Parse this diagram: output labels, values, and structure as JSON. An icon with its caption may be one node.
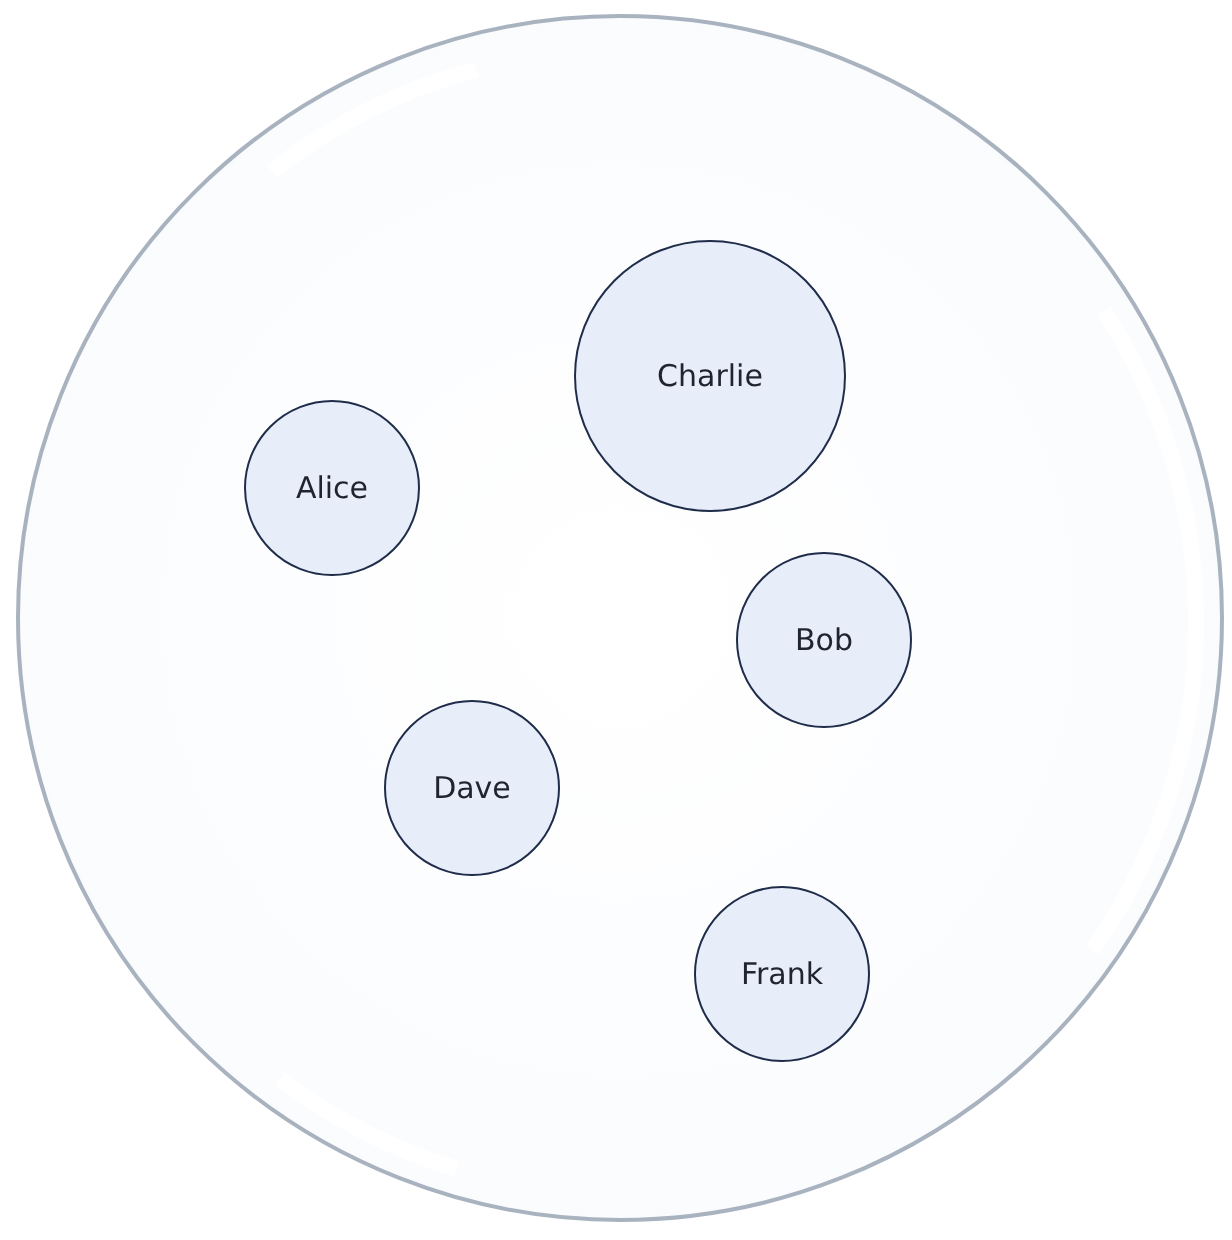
{
  "diagram": {
    "nodes": [
      {
        "text": [],
        "shape": "circle"
      },
      {
        "text": [
          "Charlie"
        ],
        "in": 0
      },
      {
        "text": [
          "Alice"
        ],
        "in": 0
      },
      {
        "text": [
          "Bob"
        ],
        "in": 0
      },
      {
        "text": [
          "Dave"
        ],
        "in": 0
      },
      {
        "text": [
          "Frank"
        ],
        "in": 0
      }
    ]
  }
}
